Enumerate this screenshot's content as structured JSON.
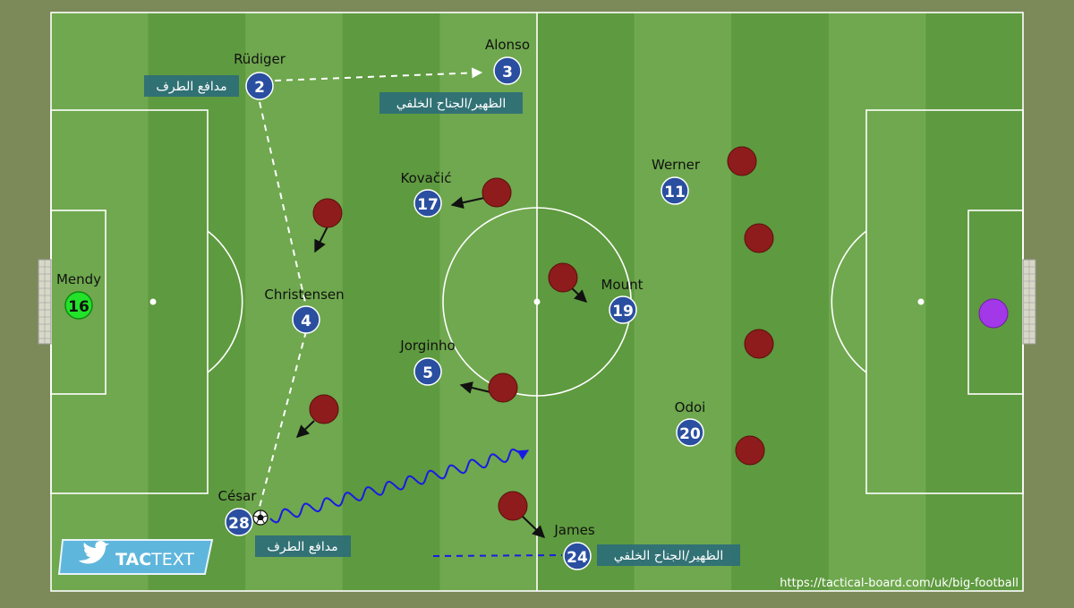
{
  "colors": {
    "background": "#7b8a58",
    "stripe_light": "#6fa84e",
    "stripe_dark": "#5e9a3f",
    "lines": "#ffffff",
    "team_fill": "#2a4fa0",
    "keeper_fill": "#22e22a",
    "opponent_fill": "#8e1c1c",
    "opp_keeper_fill": "#a238e8",
    "label_box": "#2d6e78",
    "blue_run": "#1a1ae6"
  },
  "players": [
    {
      "id": "mendy",
      "number": "16",
      "name": "Mendy",
      "role": "keeper"
    },
    {
      "id": "rudiger",
      "number": "2",
      "name": "Rüdiger",
      "role": "outfield"
    },
    {
      "id": "alonso",
      "number": "3",
      "name": "Alonso",
      "role": "outfield"
    },
    {
      "id": "christensen",
      "number": "4",
      "name": "Christensen",
      "role": "outfield"
    },
    {
      "id": "kovacic",
      "number": "17",
      "name": "Kovačić",
      "role": "outfield"
    },
    {
      "id": "jorginho",
      "number": "5",
      "name": "Jorginho",
      "role": "outfield"
    },
    {
      "id": "werner",
      "number": "11",
      "name": "Werner",
      "role": "outfield"
    },
    {
      "id": "mount",
      "number": "19",
      "name": "Mount",
      "role": "outfield"
    },
    {
      "id": "odoi",
      "number": "20",
      "name": "Odoi",
      "role": "outfield"
    },
    {
      "id": "cesar",
      "number": "28",
      "name": "César",
      "role": "outfield"
    },
    {
      "id": "james",
      "number": "24",
      "name": "James",
      "role": "outfield"
    }
  ],
  "role_labels": {
    "rudiger": "مدافع الطرف",
    "alonso": "الظهير/الجناح الخلفي",
    "cesar": "مدافع الطرف",
    "james": "الظهير/الجناح الخلفي"
  },
  "logo_text": {
    "part1": "TAC",
    "part2": "TEXT"
  },
  "footer_url": "https://tactical-board.com/uk/big-football"
}
